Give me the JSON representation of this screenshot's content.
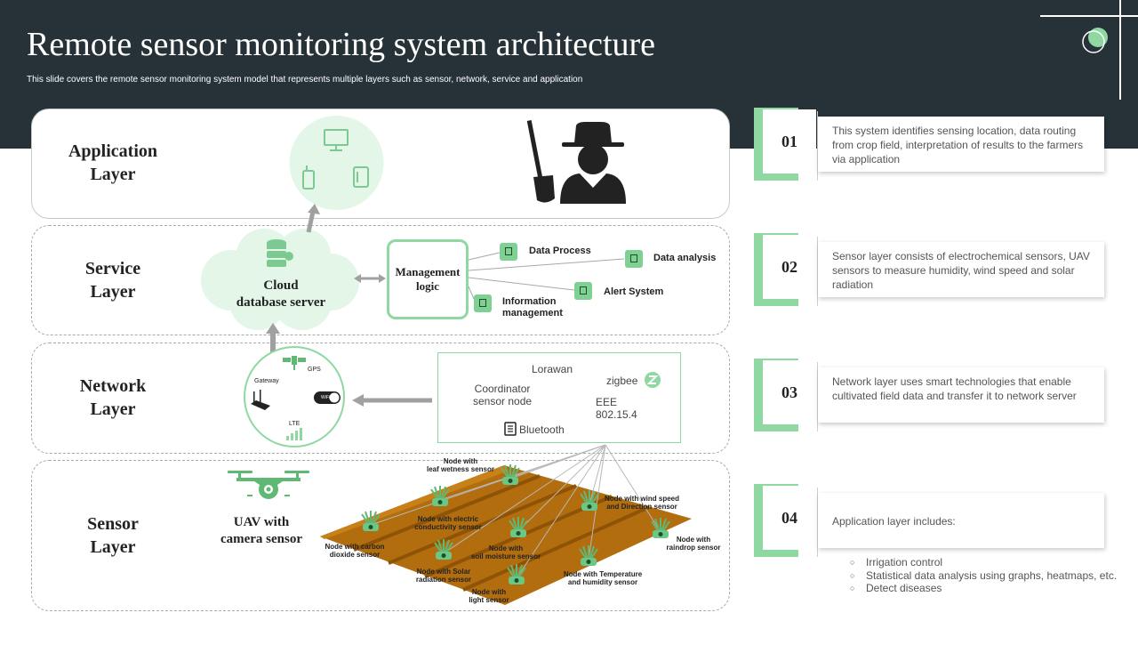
{
  "header": {
    "title": "Remote sensor monitoring system architecture",
    "subtitle": "This slide covers the remote sensor monitoring system model that represents multiple layers such as sensor, network, service and application"
  },
  "layers": {
    "application": "Application\nLayer",
    "service": "Service\nLayer",
    "network": "Network\nLayer",
    "sensor": "Sensor\nLayer"
  },
  "service": {
    "cloud_label": "Cloud\ndatabase server",
    "management_label": "Management\nlogic",
    "outputs": {
      "data_process": "Data Process",
      "data_analysis": "Data analysis",
      "alert_system": "Alert System",
      "information_management": "Information\nmanagement"
    }
  },
  "network": {
    "gps": "GPS",
    "gateway": "Gateway",
    "lte": "LTE",
    "wifi": "WiFi",
    "lorawan": "Lorawan",
    "zigbee": "zigbee",
    "coordinator": "Coordinator\nsensor node",
    "ieee": "EEE\n802.15.4",
    "bluetooth": "Bluetooth"
  },
  "sensor": {
    "uav_label": "UAV with\ncamera sensor",
    "nodes": {
      "leaf_wetness": "Node with\nleaf wetness  sensor",
      "electric_conductivity": "Node with electric\nconductivity sensor",
      "wind_speed": "Node with wind speed\nand Direction sensor",
      "carbon_dioxide": "Node with carbon\ndioxide sensor",
      "soil_moisture": "Node with\nsoil moisture sensor",
      "raindrop": "Node with\nraindrop sensor",
      "solar_radiation": "Node with  Solar\nradiation sensor",
      "temperature_humidity": "Node with  Temperature\nand humidity sensor",
      "light": "Node with\nlight sensor"
    }
  },
  "points": [
    {
      "number": "01",
      "text": "This system identifies sensing location, data routing from crop field, interpretation of results to the farmers via application"
    },
    {
      "number": "02",
      "text": "Sensor layer consists of electrochemical sensors, UAV sensors to measure humidity, wind speed and solar radiation"
    },
    {
      "number": "03",
      "text": "Network layer uses smart technologies that enable cultivated field data and transfer it to network server"
    },
    {
      "number": "04",
      "text": "Application layer includes:"
    }
  ],
  "application_features": [
    "Irrigation control",
    "Statistical data analysis using graphs, heatmaps, etc.",
    "Detect diseases"
  ],
  "colors": {
    "header_bg": "#263238",
    "accent_green": "#8fd8a2",
    "light_green": "#e3f6e8",
    "field_brown": "#b26d0e",
    "dark_icon": "#222222"
  }
}
